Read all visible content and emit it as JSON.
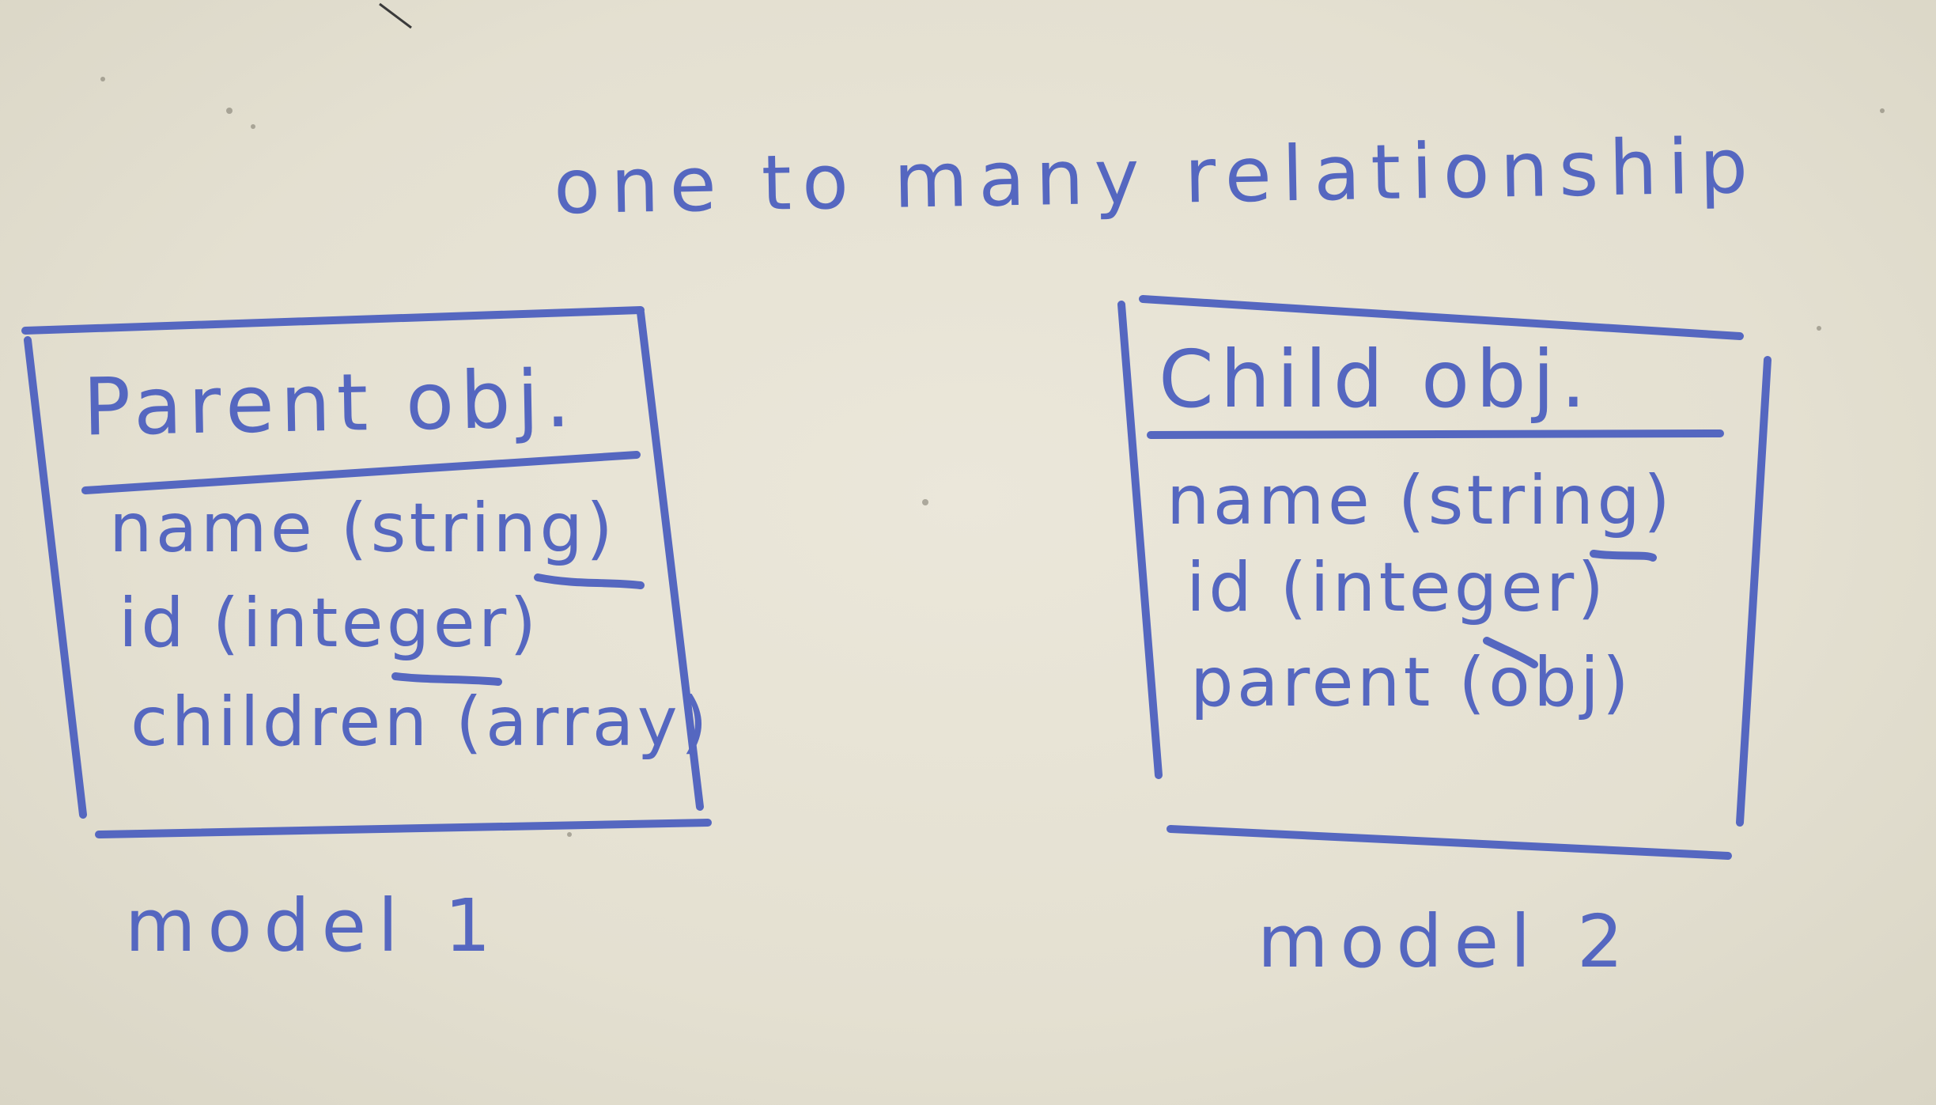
{
  "diagram": {
    "title": "one to many relationship",
    "marker_color": "#5567c0",
    "board_color": "#e6e2d4",
    "models": [
      {
        "header": "Parent obj.",
        "fields": [
          "name (string)",
          "id (integer)",
          "children (array)"
        ],
        "label": "model 1"
      },
      {
        "header": "Child obj.",
        "fields": [
          "name (string)",
          "id (integer)",
          "parent (obj)"
        ],
        "label": "model 2"
      }
    ]
  }
}
